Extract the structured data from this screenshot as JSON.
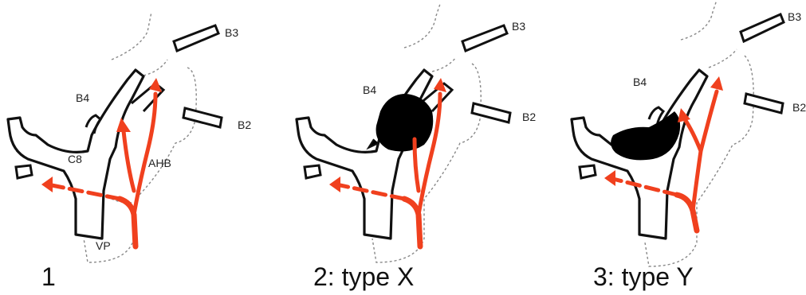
{
  "panels": [
    {
      "caption": "1",
      "labels": {
        "b3": "B3",
        "b2": "B2",
        "b4": "B4",
        "c8": "C8",
        "ahb": "AHB",
        "vp": "VP"
      },
      "mass": "none"
    },
    {
      "caption": "2: type X",
      "labels": {
        "b3": "B3",
        "b2": "B2",
        "b4": "B4"
      },
      "mass": "type-x"
    },
    {
      "caption": "3: type Y",
      "labels": {
        "b3": "B3",
        "b2": "B2",
        "b4": "B4"
      },
      "mass": "type-y"
    }
  ],
  "colors": {
    "artery": "#f0401e",
    "duct": "#111111",
    "mass": "#000000",
    "outline": "#888888"
  }
}
